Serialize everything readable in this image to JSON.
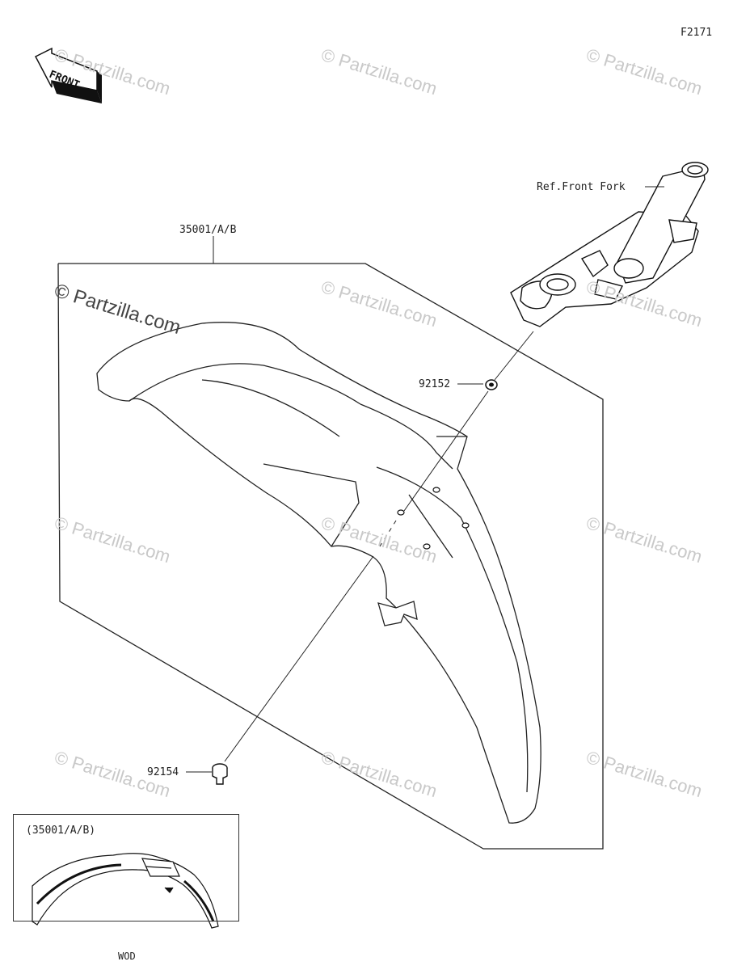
{
  "diagram_code": "F2171",
  "front_arrow": {
    "label": "FRONT"
  },
  "watermark": {
    "text": "© Partzilla.com"
  },
  "callouts": {
    "fender_assembly": "35001/A/B",
    "ref_front_fork": "Ref.Front Fork",
    "washer": "92152",
    "bolt": "92154"
  },
  "inset": {
    "part_label": "(35001/A/B)",
    "variant_label": "WOD"
  }
}
